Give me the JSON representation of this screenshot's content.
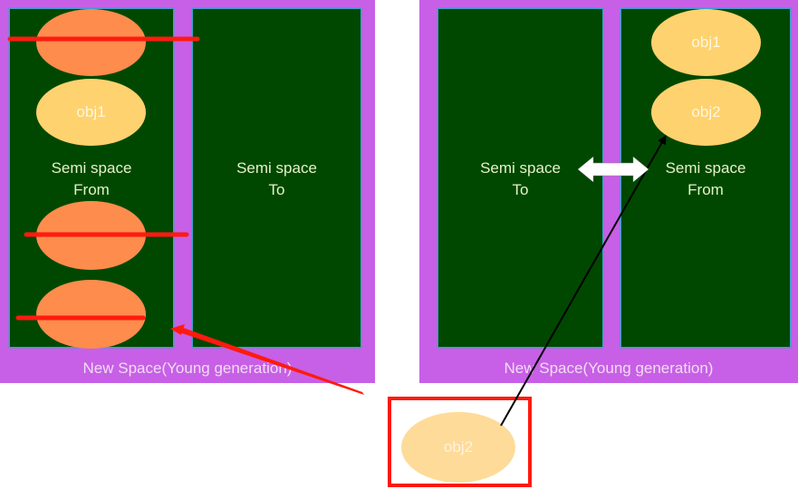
{
  "colors": {
    "panel": "#c760e6",
    "semi_space": "#004800",
    "dead_object": "#fe8c4c",
    "live_object": "#fed26e",
    "strike": "#ff1a10",
    "highlight_box": "#ff1a10"
  },
  "left_panel": {
    "caption": "New Space(Young generation)",
    "from_space": {
      "label": "Semi space\nFrom",
      "objects": [
        {
          "label": "",
          "state": "dead"
        },
        {
          "label": "obj1",
          "state": "live"
        },
        {
          "label": "",
          "state": "dead"
        },
        {
          "label": "",
          "state": "dead"
        }
      ]
    },
    "to_space": {
      "label": "Semi space\nTo"
    }
  },
  "right_panel": {
    "caption": "New Space(Young generation)",
    "to_space": {
      "label": "Semi space\nTo"
    },
    "from_space": {
      "label": "Semi space\nFrom",
      "objects": [
        {
          "label": "obj1",
          "state": "live"
        },
        {
          "label": "obj2",
          "state": "live"
        }
      ]
    },
    "swap_arrow": "double-arrow"
  },
  "new_object": {
    "label": "obj2"
  }
}
